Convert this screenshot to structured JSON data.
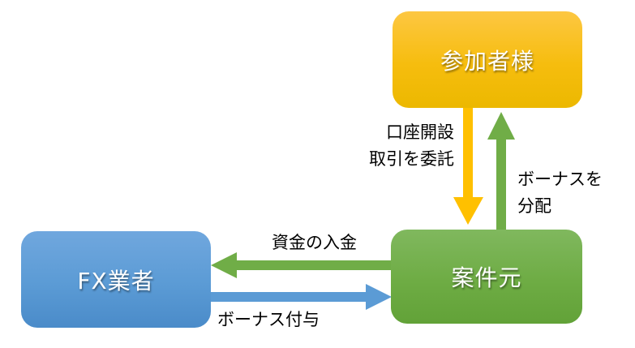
{
  "diagram": {
    "nodes": {
      "participants": {
        "label": "参加者様",
        "color": "#f6bd0e"
      },
      "fx_broker": {
        "label": "FX業者",
        "color": "#5b9bd5"
      },
      "operator": {
        "label": "案件元",
        "color": "#6eac44"
      }
    },
    "edges": {
      "open_account": {
        "from": "participants",
        "to": "operator",
        "lines": [
          "口座開設",
          "取引を委託"
        ],
        "color": "#ffc000"
      },
      "distribute_bonus": {
        "from": "operator",
        "to": "participants",
        "lines": [
          "ボーナスを",
          "分配"
        ],
        "color": "#70ad47"
      },
      "deposit": {
        "from": "operator",
        "to": "fx_broker",
        "label": "資金の入金",
        "color": "#70ad47"
      },
      "grant_bonus": {
        "from": "fx_broker",
        "to": "operator",
        "label": "ボーナス付与",
        "color": "#5b9bd5"
      }
    }
  }
}
